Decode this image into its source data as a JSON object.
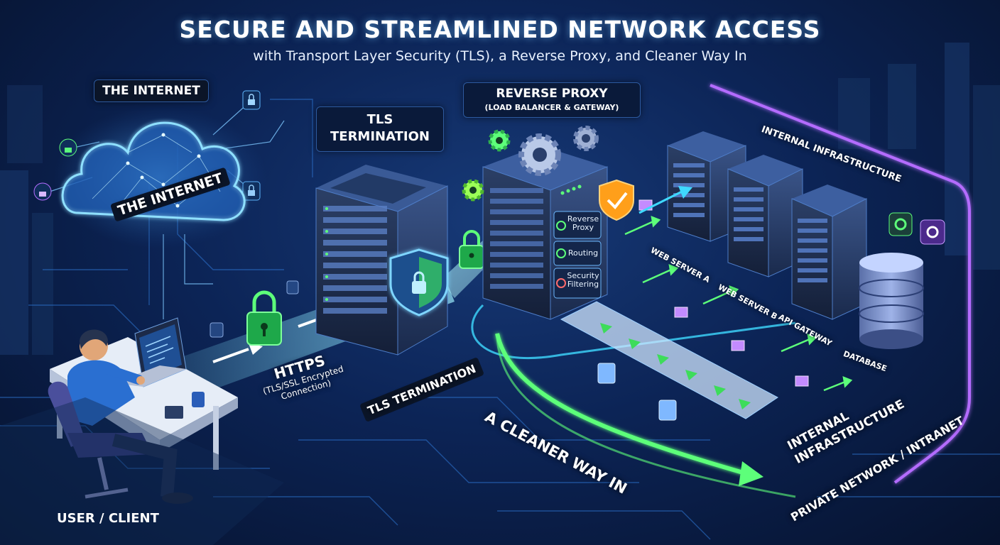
{
  "header": {
    "title": "SECURE AND STREAMLINED NETWORK ACCESS",
    "subtitle": "with Transport Layer Security (TLS), a Reverse Proxy, and Cleaner Way In"
  },
  "labels": {
    "internet_tag": "THE INTERNET",
    "internet_cloud": "THE INTERNET",
    "tls_tag_line1": "TLS",
    "tls_tag_line2": "TERMINATION",
    "tls_floor": "TLS TERMINATION",
    "proxy_tag_line1": "REVERSE PROXY",
    "proxy_tag_line2": "(LOAD BALANCER & GATEWAY)",
    "proxy_panel_1": "Reverse Proxy",
    "proxy_panel_2": "Routing",
    "proxy_panel_3": "Security Filtering",
    "https_line1": "HTTPS",
    "https_line2": "(TLS/SSL Encrypted",
    "https_line3": "Connection)",
    "user": "USER / CLIENT",
    "cleaner": "A CLEANER WAY IN",
    "infra_top": "INTERNAL INFRASTRUCTURE",
    "web_a": "WEB SERVER A",
    "web_b": "WEB SERVER B",
    "api": "API GATEWAY",
    "database": "DATABASE",
    "infra_floor_line1": "INTERNAL",
    "infra_floor_line2": "INFRASTRUCTURE",
    "private_net": "PRIVATE NETWORK / INTRANET"
  },
  "colors": {
    "accent_cyan": "#3fd9ff",
    "accent_green": "#5dff7a",
    "accent_purple": "#b46cff",
    "lock_green": "#4cd964",
    "server_dark": "#1d2d4f"
  },
  "icons": [
    "cloud-icon",
    "lock-icon",
    "gear-icon",
    "shield-icon",
    "server-icon",
    "database-icon",
    "laptop-icon",
    "user-icon",
    "arrow-icon"
  ]
}
